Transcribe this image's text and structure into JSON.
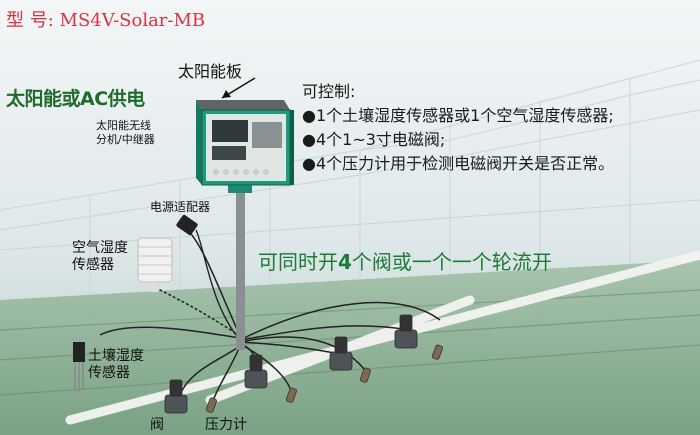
{
  "model": "型 号: MS4V-Solar-MB",
  "power_source": "太阳能或AC供电",
  "solar_panel_label": "太阳能板",
  "node_label_line1": "太阳能无线",
  "node_label_line2": "分机/中继器",
  "adapter_label": "电源适配器",
  "air_sensor_line1": "空气湿度",
  "air_sensor_line2": "传感器",
  "soil_sensor_line1": "土壤湿度",
  "soil_sensor_line2": "传感器",
  "valve_label": "阀",
  "gauge_label": "压力计",
  "control": {
    "title": "可控制:",
    "items": [
      "1个土壤湿度传感器或1个空气湿度传感器;",
      "4个1~3寸电磁阀;",
      "4个压力计用于检测电磁阀开关是否正常。"
    ]
  },
  "mode_prefix": "可同时开",
  "mode_number": "4",
  "mode_suffix": "个阀或一个一个轮流开"
}
